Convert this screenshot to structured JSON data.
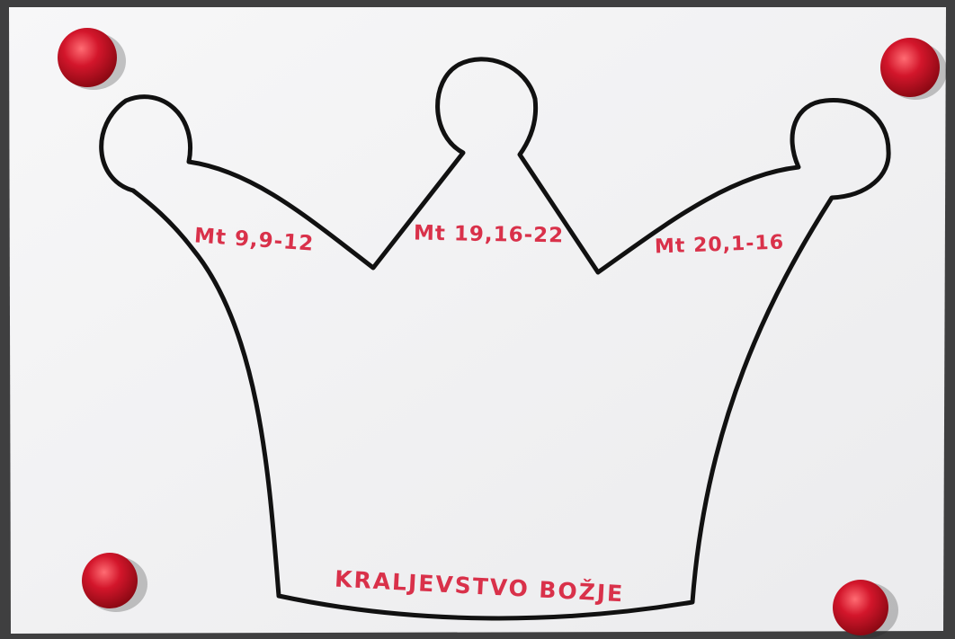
{
  "photo": {
    "subject": "hand-drawn crown on white paper pinned to a board with four red magnets",
    "colors": {
      "board": "#3f3f40",
      "paper": "#f6f6f7",
      "outline": "#111111",
      "ink": "#d9314a",
      "magnet": "#d3162b",
      "magnet_highlight": "#ff6c73"
    }
  },
  "crown": {
    "references": {
      "left": "Mt 9,9-12",
      "center": "Mt 19,16-22",
      "right": "Mt 20,1-16"
    },
    "title": "KRALJEVSTVO BOŽJE"
  }
}
